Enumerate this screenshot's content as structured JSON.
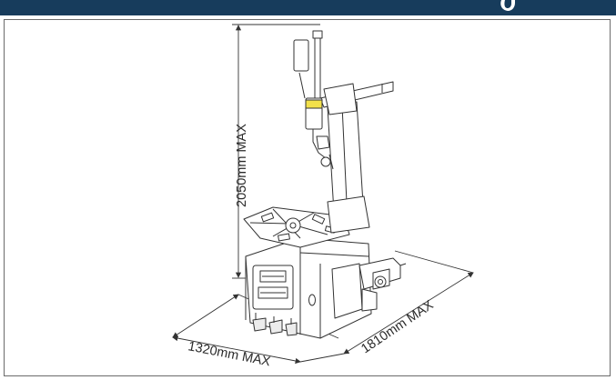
{
  "header": {
    "background_color": "#173c5c"
  },
  "figure": {
    "subject": "tyre-changer-machine",
    "dimensions": {
      "height_label": "2050mm MAX",
      "width_label": "1320mm MAX",
      "depth_label": "1810mm MAX"
    },
    "colors": {
      "line": "#333333",
      "accent_yellow": "#f2e04a",
      "frame": "#6b6b6b"
    }
  }
}
